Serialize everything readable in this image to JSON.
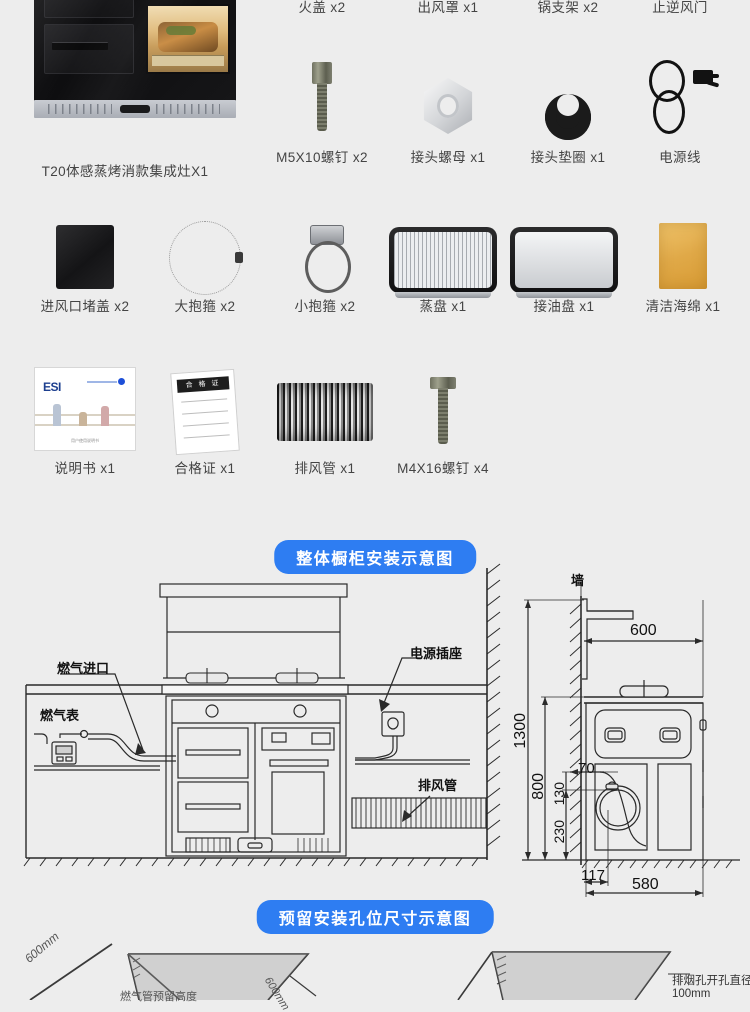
{
  "background_color": "#ededed",
  "accent_color": "#2e7df2",
  "parts_list": {
    "row1": [
      {
        "name": "product-unit",
        "label": "T20体感蒸烤消款集成灶X1",
        "icon": "integrated-cooker-icon"
      },
      {
        "name": "burner-cap",
        "label": "火盖 x2",
        "icon": "burner-cap-icon"
      },
      {
        "name": "air-outlet-hood",
        "label": "出风罩 x1",
        "icon": "air-hood-icon"
      },
      {
        "name": "pot-rack",
        "label": "锅支架 x2",
        "icon": "pot-rack-icon"
      },
      {
        "name": "check-damper",
        "label": "止逆风门",
        "icon": "check-damper-icon"
      }
    ],
    "row2": [
      {
        "name": "m5x10-screw",
        "label": "M5X10螺钉 x2",
        "icon": "screw-icon"
      },
      {
        "name": "joint-nut",
        "label": "接头螺母 x1",
        "icon": "hex-nut-icon"
      },
      {
        "name": "joint-washer",
        "label": "接头垫圈 x1",
        "icon": "washer-icon"
      },
      {
        "name": "power-cord",
        "label": "电源线",
        "icon": "power-cord-icon"
      }
    ],
    "row3": [
      {
        "name": "air-inlet-cover",
        "label": "进风口堵盖 x2",
        "icon": "inlet-cover-icon"
      },
      {
        "name": "large-hose-clamp",
        "label": "大抱箍 x2",
        "icon": "large-clamp-icon"
      },
      {
        "name": "small-hose-clamp",
        "label": "小抱箍 x2",
        "icon": "small-clamp-icon"
      },
      {
        "name": "steam-tray",
        "label": "蒸盘 x1",
        "icon": "steam-tray-icon"
      },
      {
        "name": "oil-tray",
        "label": "接油盘 x1",
        "icon": "oil-tray-icon"
      },
      {
        "name": "cleaning-sponge",
        "label": "清洁海绵 x1",
        "icon": "sponge-icon"
      }
    ],
    "row4": [
      {
        "name": "manual",
        "label": "说明书 x1",
        "icon": "manual-book-icon"
      },
      {
        "name": "certificate",
        "label": "合格证 x1",
        "icon": "certificate-icon"
      },
      {
        "name": "exhaust-pipe",
        "label": "排风管 x1",
        "icon": "flex-duct-icon"
      },
      {
        "name": "m4x16-screw",
        "label": "M4X16螺钉 x4",
        "icon": "screw-icon"
      }
    ]
  },
  "manual_cover": {
    "brand": "ESI",
    "caption": "用户使用说明书"
  },
  "certificate_art": {
    "title": "合 格 证"
  },
  "sections": [
    {
      "name": "cabinet-install-diagram",
      "title": "整体橱柜安装示意图"
    },
    {
      "name": "reserved-hole-diagram",
      "title": "预留安装孔位尺寸示意图"
    }
  ],
  "cabinet_diagram": {
    "labels": {
      "gas_inlet": "燃气进口",
      "gas_meter": "燃气表",
      "power_socket": "电源插座",
      "exhaust_pipe": "排风管"
    }
  },
  "dimension_diagram": {
    "wall_label": "墙",
    "dims": {
      "depth_600": "600",
      "height_1300": "1300",
      "height_800": "800",
      "offset_70": "70",
      "offset_130": "130",
      "offset_230": "230",
      "offset_117": "117",
      "width_580": "580"
    }
  },
  "hole_diagram": {
    "left_dim": "600mm",
    "left_caption": "燃气管预留高度",
    "right_dim": "600mm",
    "right_note_line1": "排烟孔开孔直径",
    "right_note_line2": "100mm"
  }
}
